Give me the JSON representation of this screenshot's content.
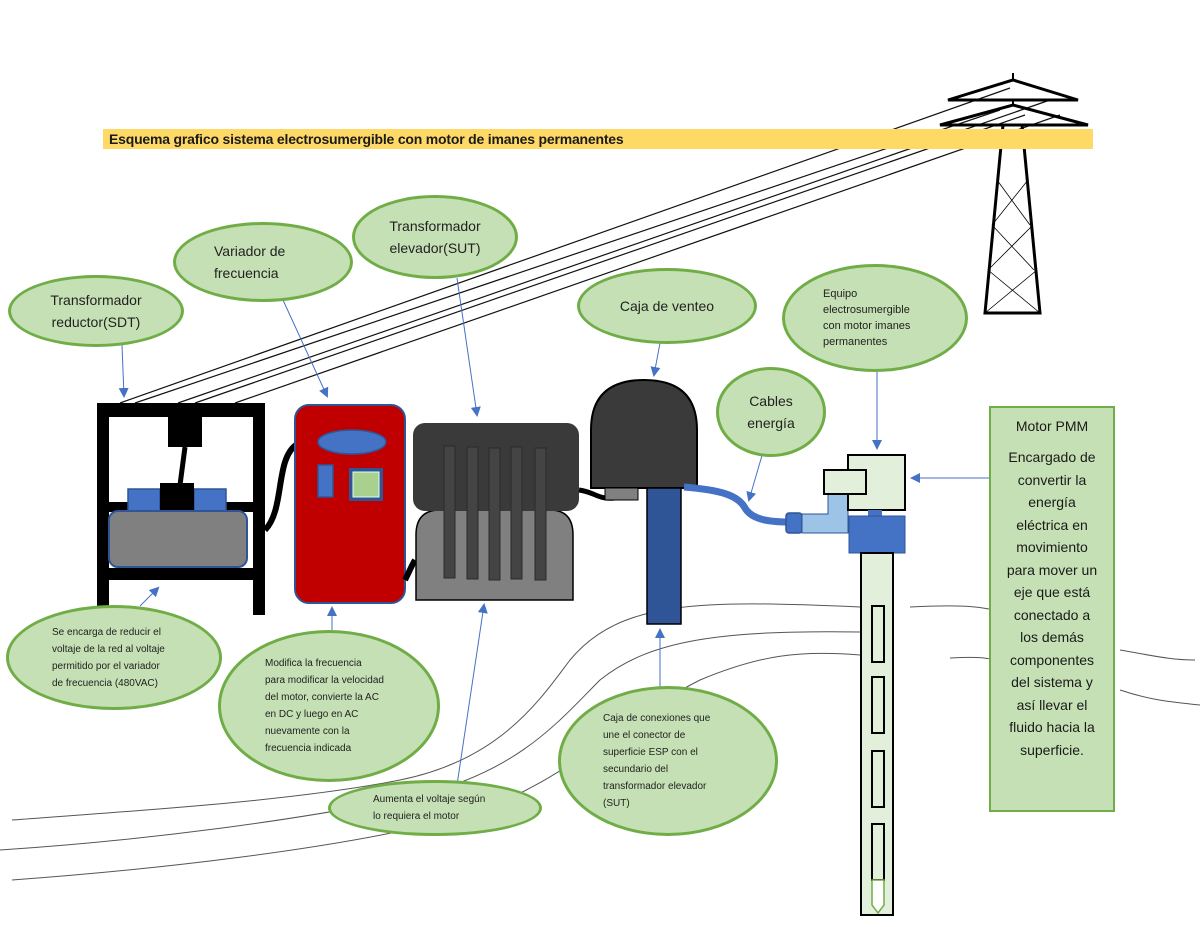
{
  "title": "Esquema grafico sistema electrosumergible con motor de imanes permanentes",
  "colors": {
    "title_band": "#ffd966",
    "bubble_fill": "#c5e0b4",
    "bubble_border": "#70ad47",
    "arrow": "#4472c4",
    "vfd_body": "#c00000",
    "transformer_dark": "#3a3a3a",
    "transformer_gray": "#808080",
    "cable_blue": "#4472c4",
    "junction_post": "#2f5597"
  },
  "labels": {
    "sdt": "Transformador\nreductor(SDT)",
    "vfd": "Variador de\nfrecuencia",
    "sut": "Transformador\nelevador(SUT)",
    "vent_box": "Caja de venteo",
    "cables": "Cables\nenergía",
    "esp_equipment": "Equipo\nelectrosumergible\ncon motor imanes\npermanentes"
  },
  "descriptions": {
    "sdt": "Se encarga de reducir el\nvoltaje de la red al voltaje\npermitido por el variador\nde frecuencia (480VAC)",
    "vfd": "Modifica la frecuencia\npara modificar la velocidad\ndel motor, convierte la AC\nen DC y luego en AC\nnuevamente con la\nfrecuencia indicada",
    "sut": "Aumenta el voltaje según\nlo requiera el motor",
    "junction": "Caja de conexiones que\nune el conector de\nsuperficie ESP con el\nsecundario del\ntransformador elevador\n(SUT)"
  },
  "motor_box": {
    "title": "Motor PMM",
    "description": "Encargado de\nconvertir la\nenergía\neléctrica en\nmovimiento\npara mover un\neje que está\nconectado a\nlos demás\ncomponentes\ndel sistema y\nasí llevar el\nfluido hacia la\nsuperficie."
  }
}
